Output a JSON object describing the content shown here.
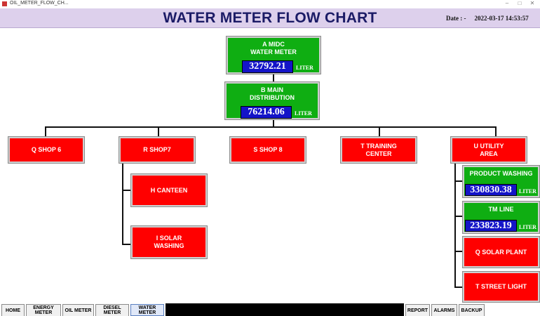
{
  "window": {
    "title": "OIL_METER_FLOW_CH..."
  },
  "header": {
    "title": "WATER METER FLOW CHART",
    "date_label": "Date : -",
    "date_value": "2022-03-17 14:53:57"
  },
  "unit": "LITER",
  "meters": {
    "a_midc": {
      "label_line1": "A MIDC",
      "label_line2": "WATER METER",
      "value": "32792.21",
      "unit": "LITER"
    },
    "b_main": {
      "label_line1": "B MAIN",
      "label_line2": "DISTRIBUTION",
      "value": "76214.06",
      "unit": "LITER"
    },
    "product_washing": {
      "label": "PRODUCT WASHING",
      "value": "330830.38",
      "unit": "LITER"
    },
    "tm_line": {
      "label": "TM LINE",
      "value": "233823.19",
      "unit": "LITER"
    }
  },
  "nodes": {
    "q_shop6": "Q SHOP 6",
    "r_shop7": "R SHOP7",
    "s_shop8": "S SHOP 8",
    "t_training_line1": "T TRAINING",
    "t_training_line2": "CENTER",
    "u_utility_line1": "U UTILITY",
    "u_utility_line2": "AREA",
    "h_canteen": "H CANTEEN",
    "i_solar_line1": "I SOLAR",
    "i_solar_line2": "WASHING",
    "q_solar_plant": "Q SOLAR PLANT",
    "t_street_light": "T STREET LIGHT"
  },
  "nav": {
    "home": "HOME",
    "energy_line1": "ENERGY",
    "energy_line2": "METER",
    "oil": "OIL METER",
    "diesel_line1": "DIESEL",
    "diesel_line2": "METER",
    "water_line1": "WATER",
    "water_line2": "METER",
    "report": "REPORT",
    "alarms": "ALARMS",
    "backup": "BACKUP"
  },
  "colors": {
    "header_bg": "#ddd0ec",
    "title_text": "#1b1b66",
    "node_red": "#ff0000",
    "meter_green": "#0fae12",
    "value_blue": "#1414c8"
  }
}
